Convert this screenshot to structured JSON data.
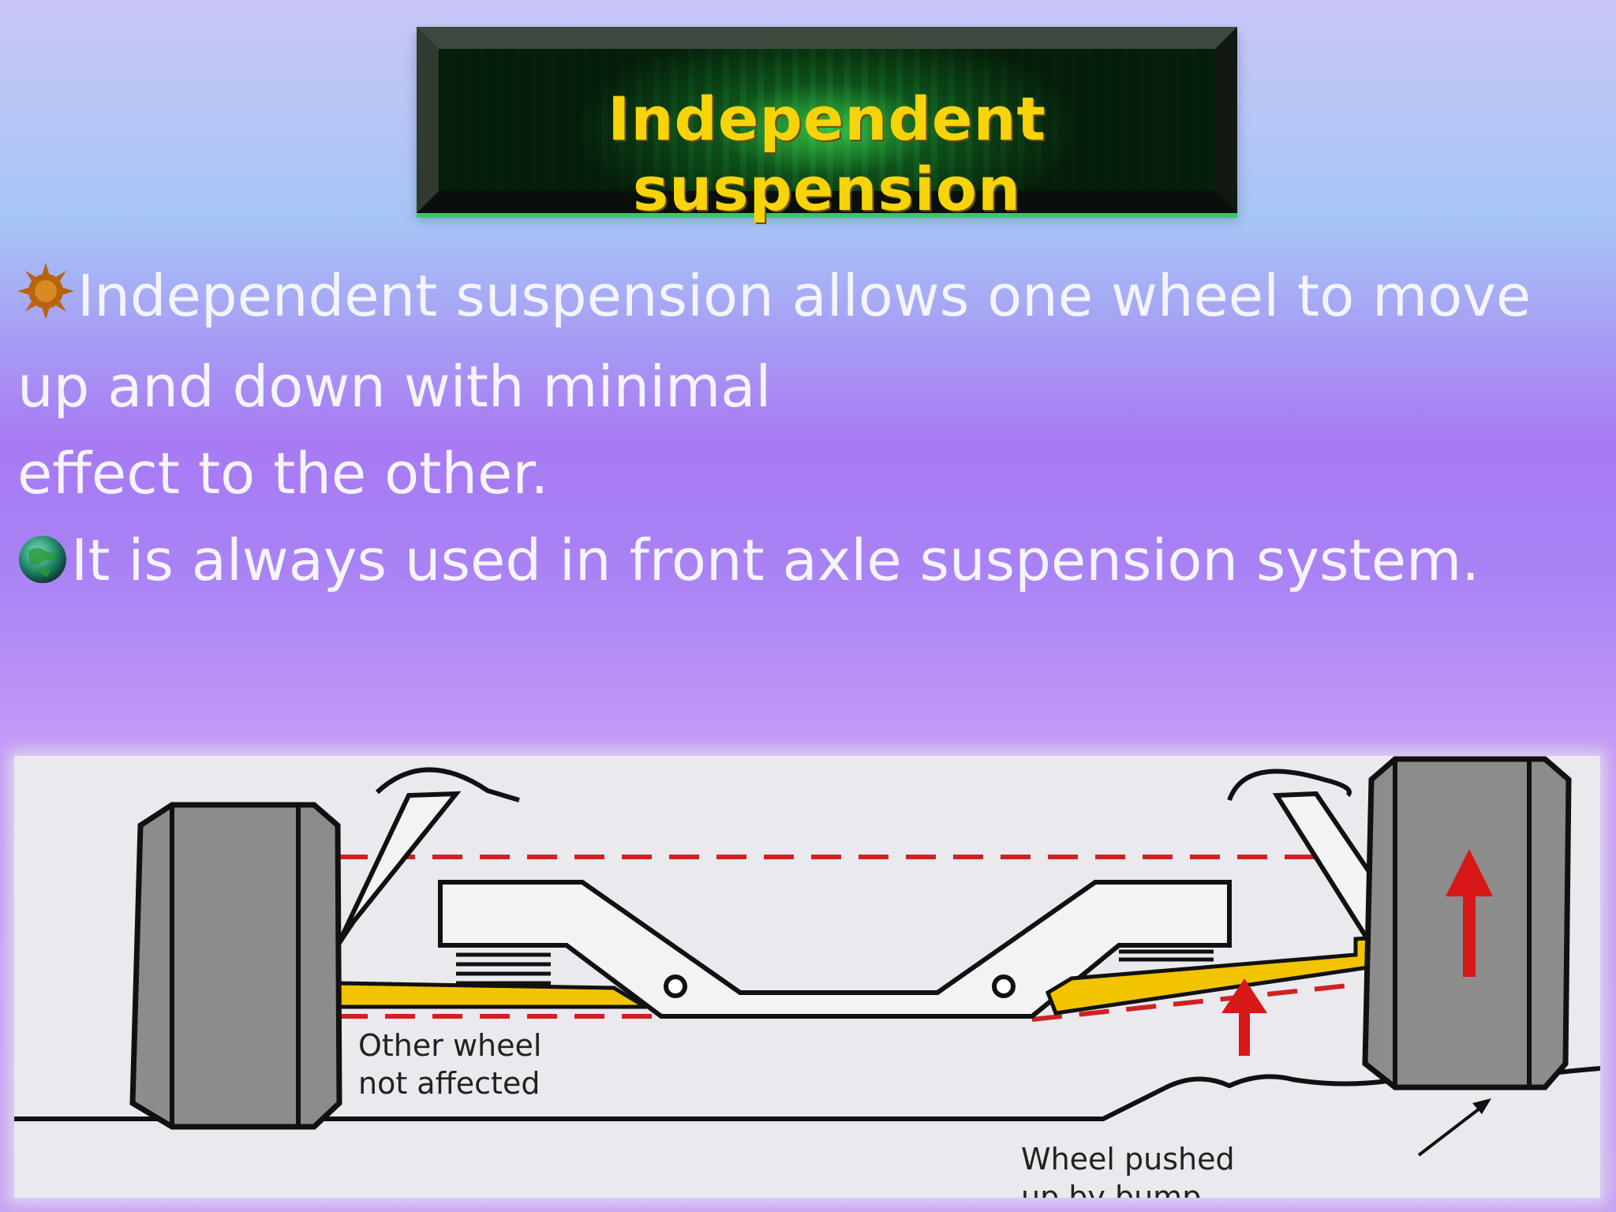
{
  "slide": {
    "title": "Independent suspension",
    "bullets": [
      {
        "icon": "sun-bullet-icon",
        "lines": [
          "Independent suspension allows one wheel to move",
          "up and down with minimal",
          "effect to the other."
        ]
      },
      {
        "icon": "globe-bullet-icon",
        "lines": [
          "It is always used in  front axle suspension system."
        ]
      }
    ]
  },
  "diagram": {
    "label_left_1": "Other wheel",
    "label_left_2": "not affected",
    "label_right_1": "Wheel pushed",
    "label_right_2": "up by bump",
    "colors": {
      "control_arm": "#f2c400",
      "dash_line": "#d22020",
      "arrow": "#d81818",
      "tyre": "#8c8c8c"
    }
  }
}
